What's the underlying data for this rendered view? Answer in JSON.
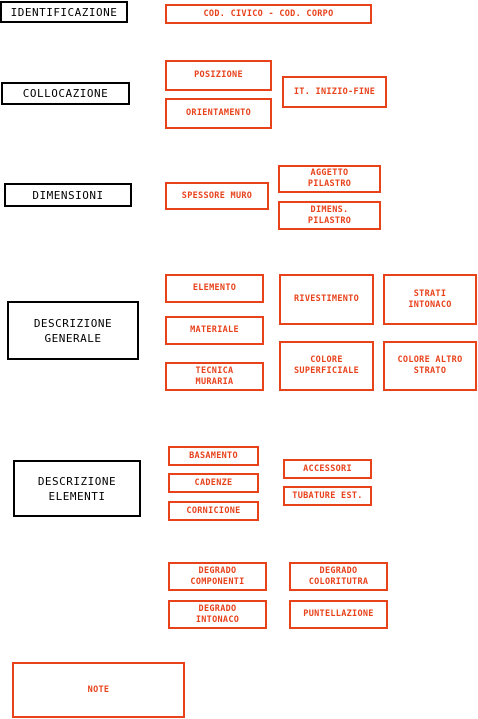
{
  "colors": {
    "category_border": "#000000",
    "field_border": "#e8421b"
  },
  "categories": {
    "identificazione": "IDENTIFICAZIONE",
    "collocazione": "COLLOCAZIONE",
    "dimensioni": "DIMENSIONI",
    "descrizione_generale": "DESCRIZIONE\nGENERALE",
    "descrizione_elementi": "DESCRIZIONE\nELEMENTI"
  },
  "fields": {
    "cod_civico_corpo": "COD. CIVICO - COD. CORPO",
    "posizione": "POSIZIONE",
    "orientamento": "ORIENTAMENTO",
    "it_inizio_fine": "IT. INIZIO-FINE",
    "spessore_muro": "SPESSORE MURO",
    "aggetto_pilastro": "AGGETTO\nPILASTRO",
    "dimens_pilastro": "DIMENS.\nPILASTRO",
    "elemento": "ELEMENTO",
    "materiale": "MATERIALE",
    "tecnica_muraria": "TECNICA\nMURARIA",
    "rivestimento": "RIVESTIMENTO",
    "strati_intonaco": "STRATI\nINTONACO",
    "colore_superficiale": "COLORE\nSUPERFICIALE",
    "colore_altro_strato": "COLORE ALTRO\nSTRATO",
    "basamento": "BASAMENTO",
    "cadenze": "CADENZE",
    "cornicione": "CORNICIONE",
    "accessori": "ACCESSORI",
    "tubature_est": "TUBATURE EST.",
    "degrado_componenti": "DEGRADO\nCOMPONENTI",
    "degrado_coloritutra": "DEGRADO\nCOLORITUTRA",
    "degrado_intonaco": "DEGRADO\nINTONACO",
    "puntellazione": "PUNTELLAZIONE",
    "note": "NOTE"
  }
}
